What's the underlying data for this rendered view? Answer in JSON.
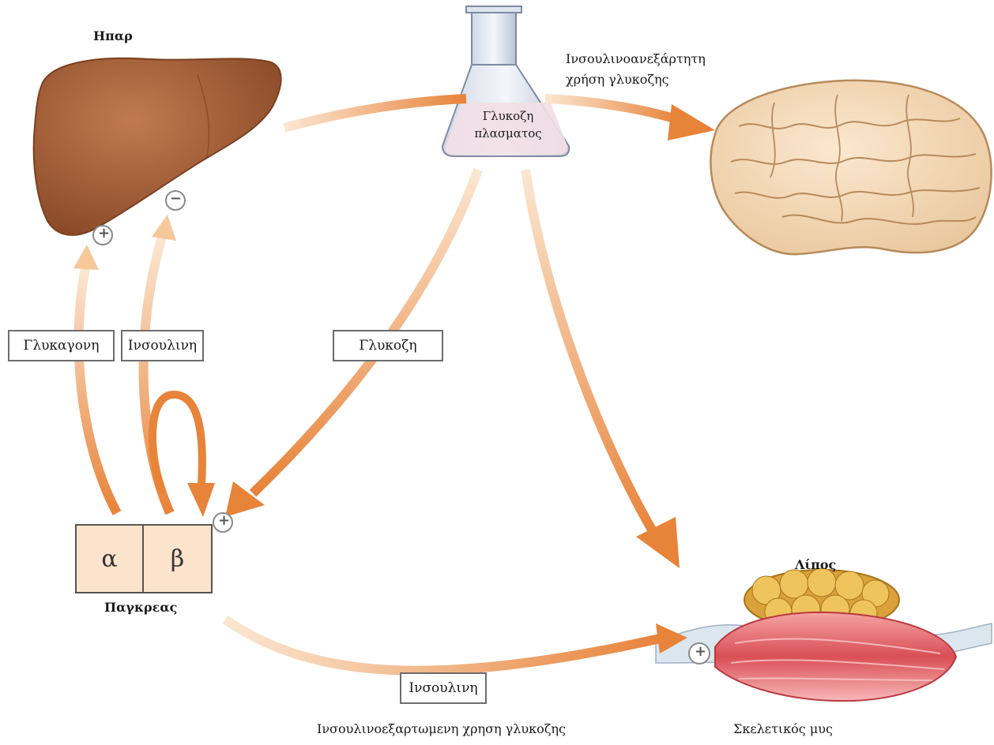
{
  "labels": {
    "liver": "Ηπαρ",
    "brain_use": "Ινσουλινοανεξάρτητη χρήση γλυκοζης",
    "plasma_glucose": "Γλυκοζη πλασματος",
    "glucagon": "Γλυκαγονη",
    "insulin_left": "Ινσουλινη",
    "glucose": "Γλυκοζη",
    "alpha": "α",
    "beta": "β",
    "pancreas": "Παγκρεας",
    "fat": "Λίπος",
    "insulin_bottom": "Ινσουλινη",
    "insulin_dependent": "Ινσουλινοεξαρτωμενη χρηση γλυκοζης",
    "skeletal_muscle": "Σκελετικός μυς"
  },
  "signs": {
    "plus": "+",
    "minus": "−"
  },
  "colors": {
    "arrow": "#e8833a",
    "arrow_light": "#f6c89a",
    "liver": "#a8623a",
    "brain": "#f3d9b8",
    "fat": "#e7b545",
    "muscle": "#e06a6a",
    "pancreas_box": "#fbe3cc"
  }
}
